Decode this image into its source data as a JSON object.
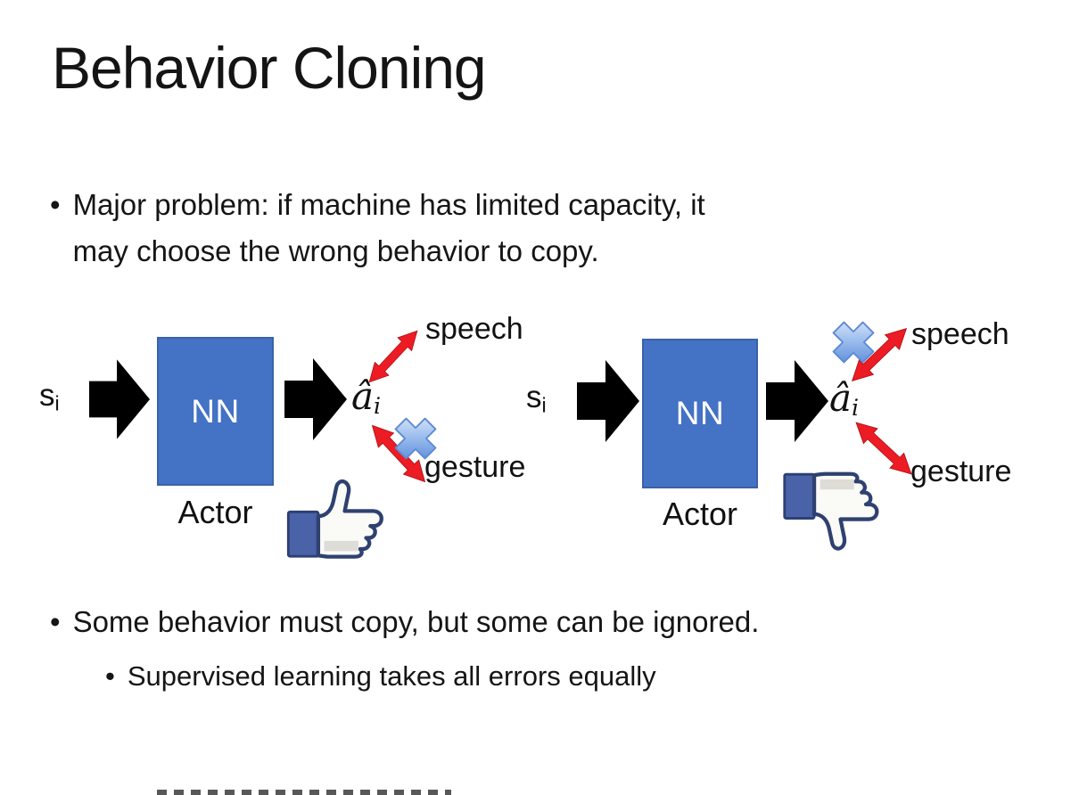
{
  "slide": {
    "title": "Behavior Cloning",
    "bullet_glyph": "•",
    "bullets": {
      "major_problem": "Major problem: if machine has limited capacity, it\nmay choose the wrong behavior to copy.",
      "some_behavior": "Some behavior must copy, but some can be ignored.",
      "supervised": "Supervised learning takes all errors equally"
    }
  },
  "diagrams": {
    "left": {
      "input_base": "s",
      "input_sub": "i",
      "nn_label": "NN",
      "output_base": "â",
      "output_sub": "i",
      "actor_label": "Actor",
      "speech_label": "speech",
      "gesture_label": "gesture",
      "crossed_out_action": "gesture",
      "feedback_icon": "thumbs-up"
    },
    "right": {
      "input_base": "s",
      "input_sub": "i",
      "nn_label": "NN",
      "output_base": "â",
      "output_sub": "i",
      "actor_label": "Actor",
      "speech_label": "speech",
      "gesture_label": "gesture",
      "crossed_out_action": "speech",
      "feedback_icon": "thumbs-down"
    }
  },
  "colors": {
    "text": "#1a1a1a",
    "nn_box_fill": "#4472c4",
    "nn_box_border": "#3a62a8",
    "block_arrow": "#000000",
    "double_arrow_red": "#ed1c24",
    "cross_gradient_light": "#e8f1fc",
    "cross_gradient_dark": "#4b7fd6",
    "thumb_outline": "#2e4170",
    "thumb_cuff": "#4a62a8"
  }
}
